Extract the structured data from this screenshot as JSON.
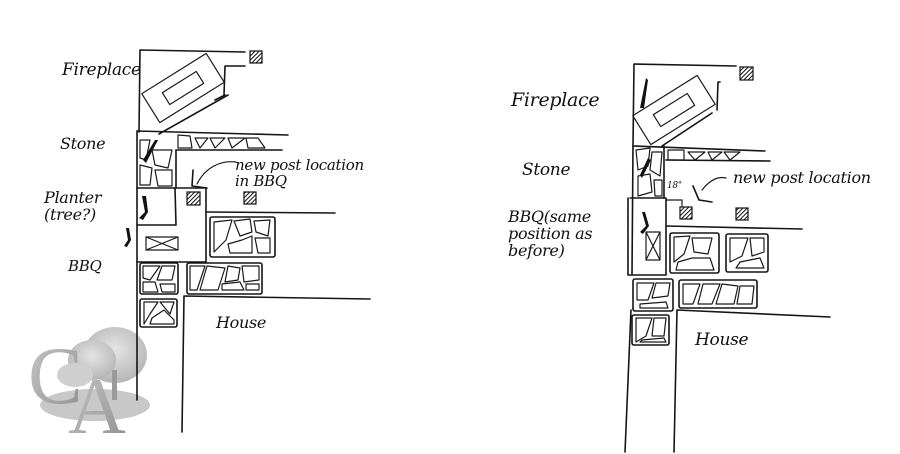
{
  "diagrams": [
    {
      "id": "before",
      "labels": {
        "fireplace": "Fireplace",
        "stone": "Stone",
        "planter": "Planter\n(tree?)",
        "bbq": "BBQ",
        "new_post": "new post location\nin BBQ",
        "house": "House"
      }
    },
    {
      "id": "after",
      "labels": {
        "fireplace": "Fireplace",
        "stone": "Stone",
        "bbq": "BBQ(same\nposition as\nbefore)",
        "dimension": "18\"",
        "new_post": "new post location",
        "house": "House"
      }
    }
  ],
  "logo": {
    "text": "CA",
    "icon": "tree-logo"
  },
  "colors": {
    "ink": "#151515",
    "logo_gray": "#a8a8a8",
    "background": "#ffffff"
  }
}
